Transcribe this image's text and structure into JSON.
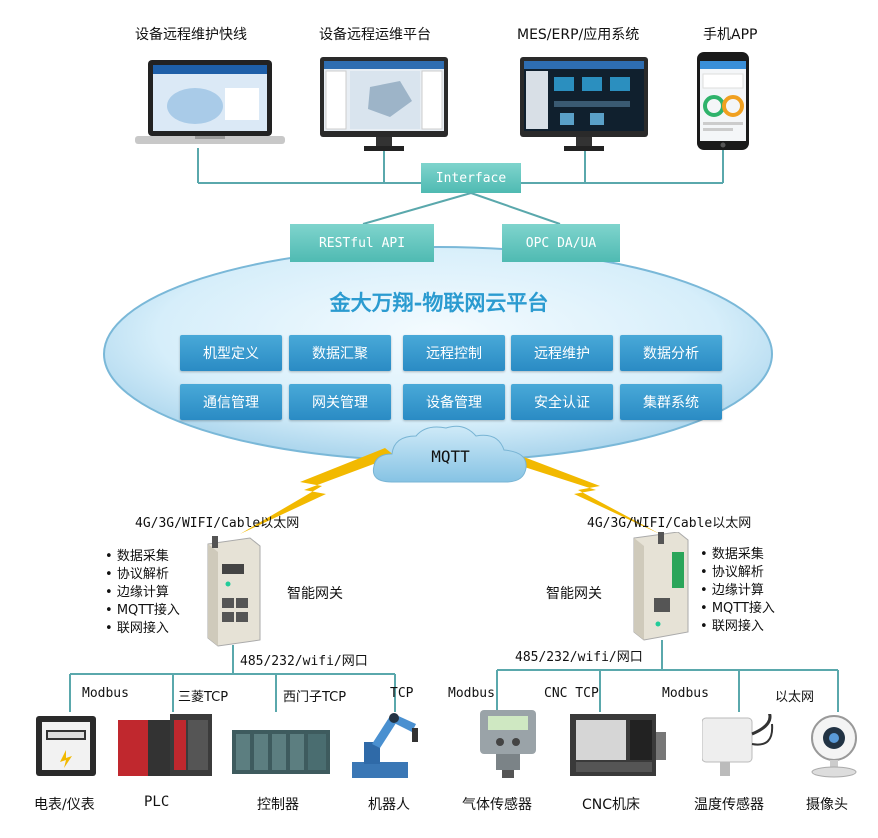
{
  "top_apps": [
    {
      "label": "设备远程维护快线"
    },
    {
      "label": "设备远程运维平台"
    },
    {
      "label": "MES/ERP/应用系统"
    },
    {
      "label": "手机APP"
    }
  ],
  "interface_label": "Interface",
  "api_boxes": [
    {
      "label": "RESTful API"
    },
    {
      "label": "OPC DA/UA"
    }
  ],
  "platform_title": "金大万翔-物联网云平台",
  "modules": [
    {
      "label": "机型定义"
    },
    {
      "label": "数据汇聚"
    },
    {
      "label": "远程控制"
    },
    {
      "label": "远程维护"
    },
    {
      "label": "数据分析"
    },
    {
      "label": "通信管理"
    },
    {
      "label": "网关管理"
    },
    {
      "label": "设备管理"
    },
    {
      "label": "安全认证"
    },
    {
      "label": "集群系统"
    }
  ],
  "mqtt_label": "MQTT",
  "left_gateway": {
    "network": "4G/3G/WIFI/Cable以太网",
    "name": "智能网关",
    "features": [
      "数据采集",
      "协议解析",
      "边缘计算",
      "MQTT接入",
      "联网接入"
    ],
    "ports": "485/232/wifi/网口",
    "protocols": [
      "Modbus",
      "三菱TCP",
      "西门子TCP",
      "TCP"
    ],
    "devices": [
      "电表/仪表",
      "PLC",
      "控制器",
      "机器人"
    ]
  },
  "right_gateway": {
    "network": "4G/3G/WIFI/Cable以太网",
    "name": "智能网关",
    "features": [
      "数据采集",
      "协议解析",
      "边缘计算",
      "MQTT接入",
      "联网接入"
    ],
    "ports": "485/232/wifi/网口",
    "protocols": [
      "Modbus",
      "CNC TCP",
      "Modbus",
      "以太网"
    ],
    "devices": [
      "气体传感器",
      "CNC机床",
      "温度传感器",
      "摄像头"
    ]
  },
  "colors": {
    "teal": "#5cc3bb",
    "line": "#5aa8ac",
    "module": "#3399cc",
    "title": "#2b9bd0",
    "bolt": "#f2b900"
  }
}
